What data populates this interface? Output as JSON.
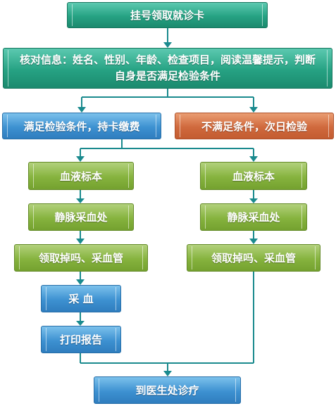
{
  "nodes": {
    "register": "挂号领取就诊卡",
    "verify": "核对信息：姓名、性别、年龄、检查项目，阅读温馨提示，判断自身是否满足检验条件",
    "meets": "满足检验条件，持卡缴费",
    "not_meets": "不满足条件，次日检验",
    "left_blood_sample": "血液标本",
    "left_venous_site": "静脉采血处",
    "left_get_code": "领取掉吗、采血管",
    "draw_blood": "采 血",
    "print_report": "打印报告",
    "right_blood_sample": "血液标本",
    "right_venous_site": "静脉采血处",
    "right_get_code": "领取掉吗、采血管",
    "see_doctor": "到医生处诊疗"
  },
  "colors": {
    "teal": "#26a283",
    "blue": "#3d91d1",
    "orange": "#d0693d",
    "green": "#86b33e",
    "connector": "#1a8a8e"
  }
}
